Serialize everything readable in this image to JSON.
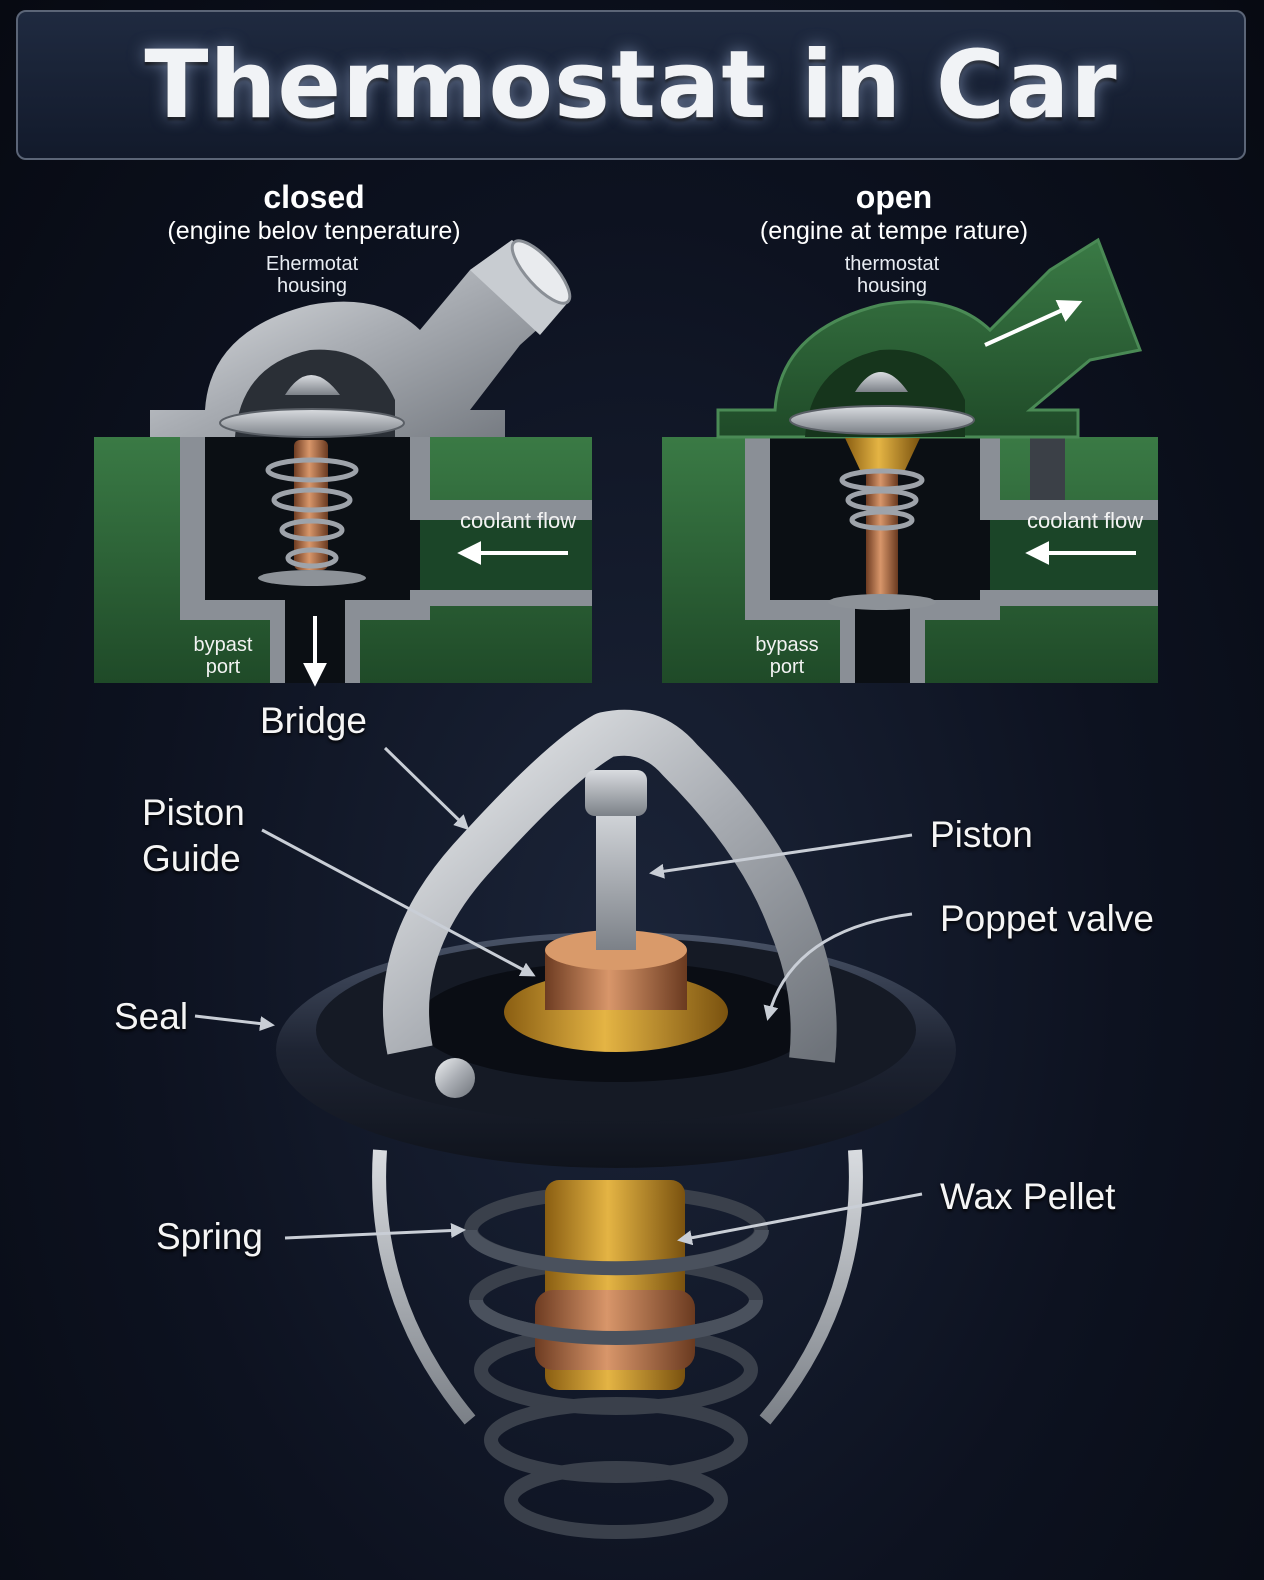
{
  "title": "Thermostat in Car",
  "closed_panel": {
    "state": "closed",
    "description": "(engine belov tenperature)",
    "housing_label_line1": "Ehermotat",
    "housing_label_line2": "housing",
    "flow_label": "coolant flow",
    "port_label_line1": "bypast",
    "port_label_line2": "port"
  },
  "open_panel": {
    "state": "open",
    "description": "(engine at tempe rature)",
    "housing_label_line1": "thermostat",
    "housing_label_line2": "housing",
    "flow_label": "coolant flow",
    "port_label_line1": "bypass",
    "port_label_line2": "port"
  },
  "parts": {
    "bridge": "Bridge",
    "piston_guide_line1": "Piston",
    "piston_guide_line2": "Guide",
    "piston": "Piston",
    "poppet_valve": "Poppet valve",
    "seal": "Seal",
    "spring": "Spring",
    "wax_pellet": "Wax Pellet"
  },
  "colors": {
    "background": "#0d1220",
    "engine_green": "#2f6a3a",
    "metal": "#b8bcc2",
    "brass": "#c9962c",
    "copper": "#b8754a",
    "seal_rubber": "#2a3140"
  }
}
